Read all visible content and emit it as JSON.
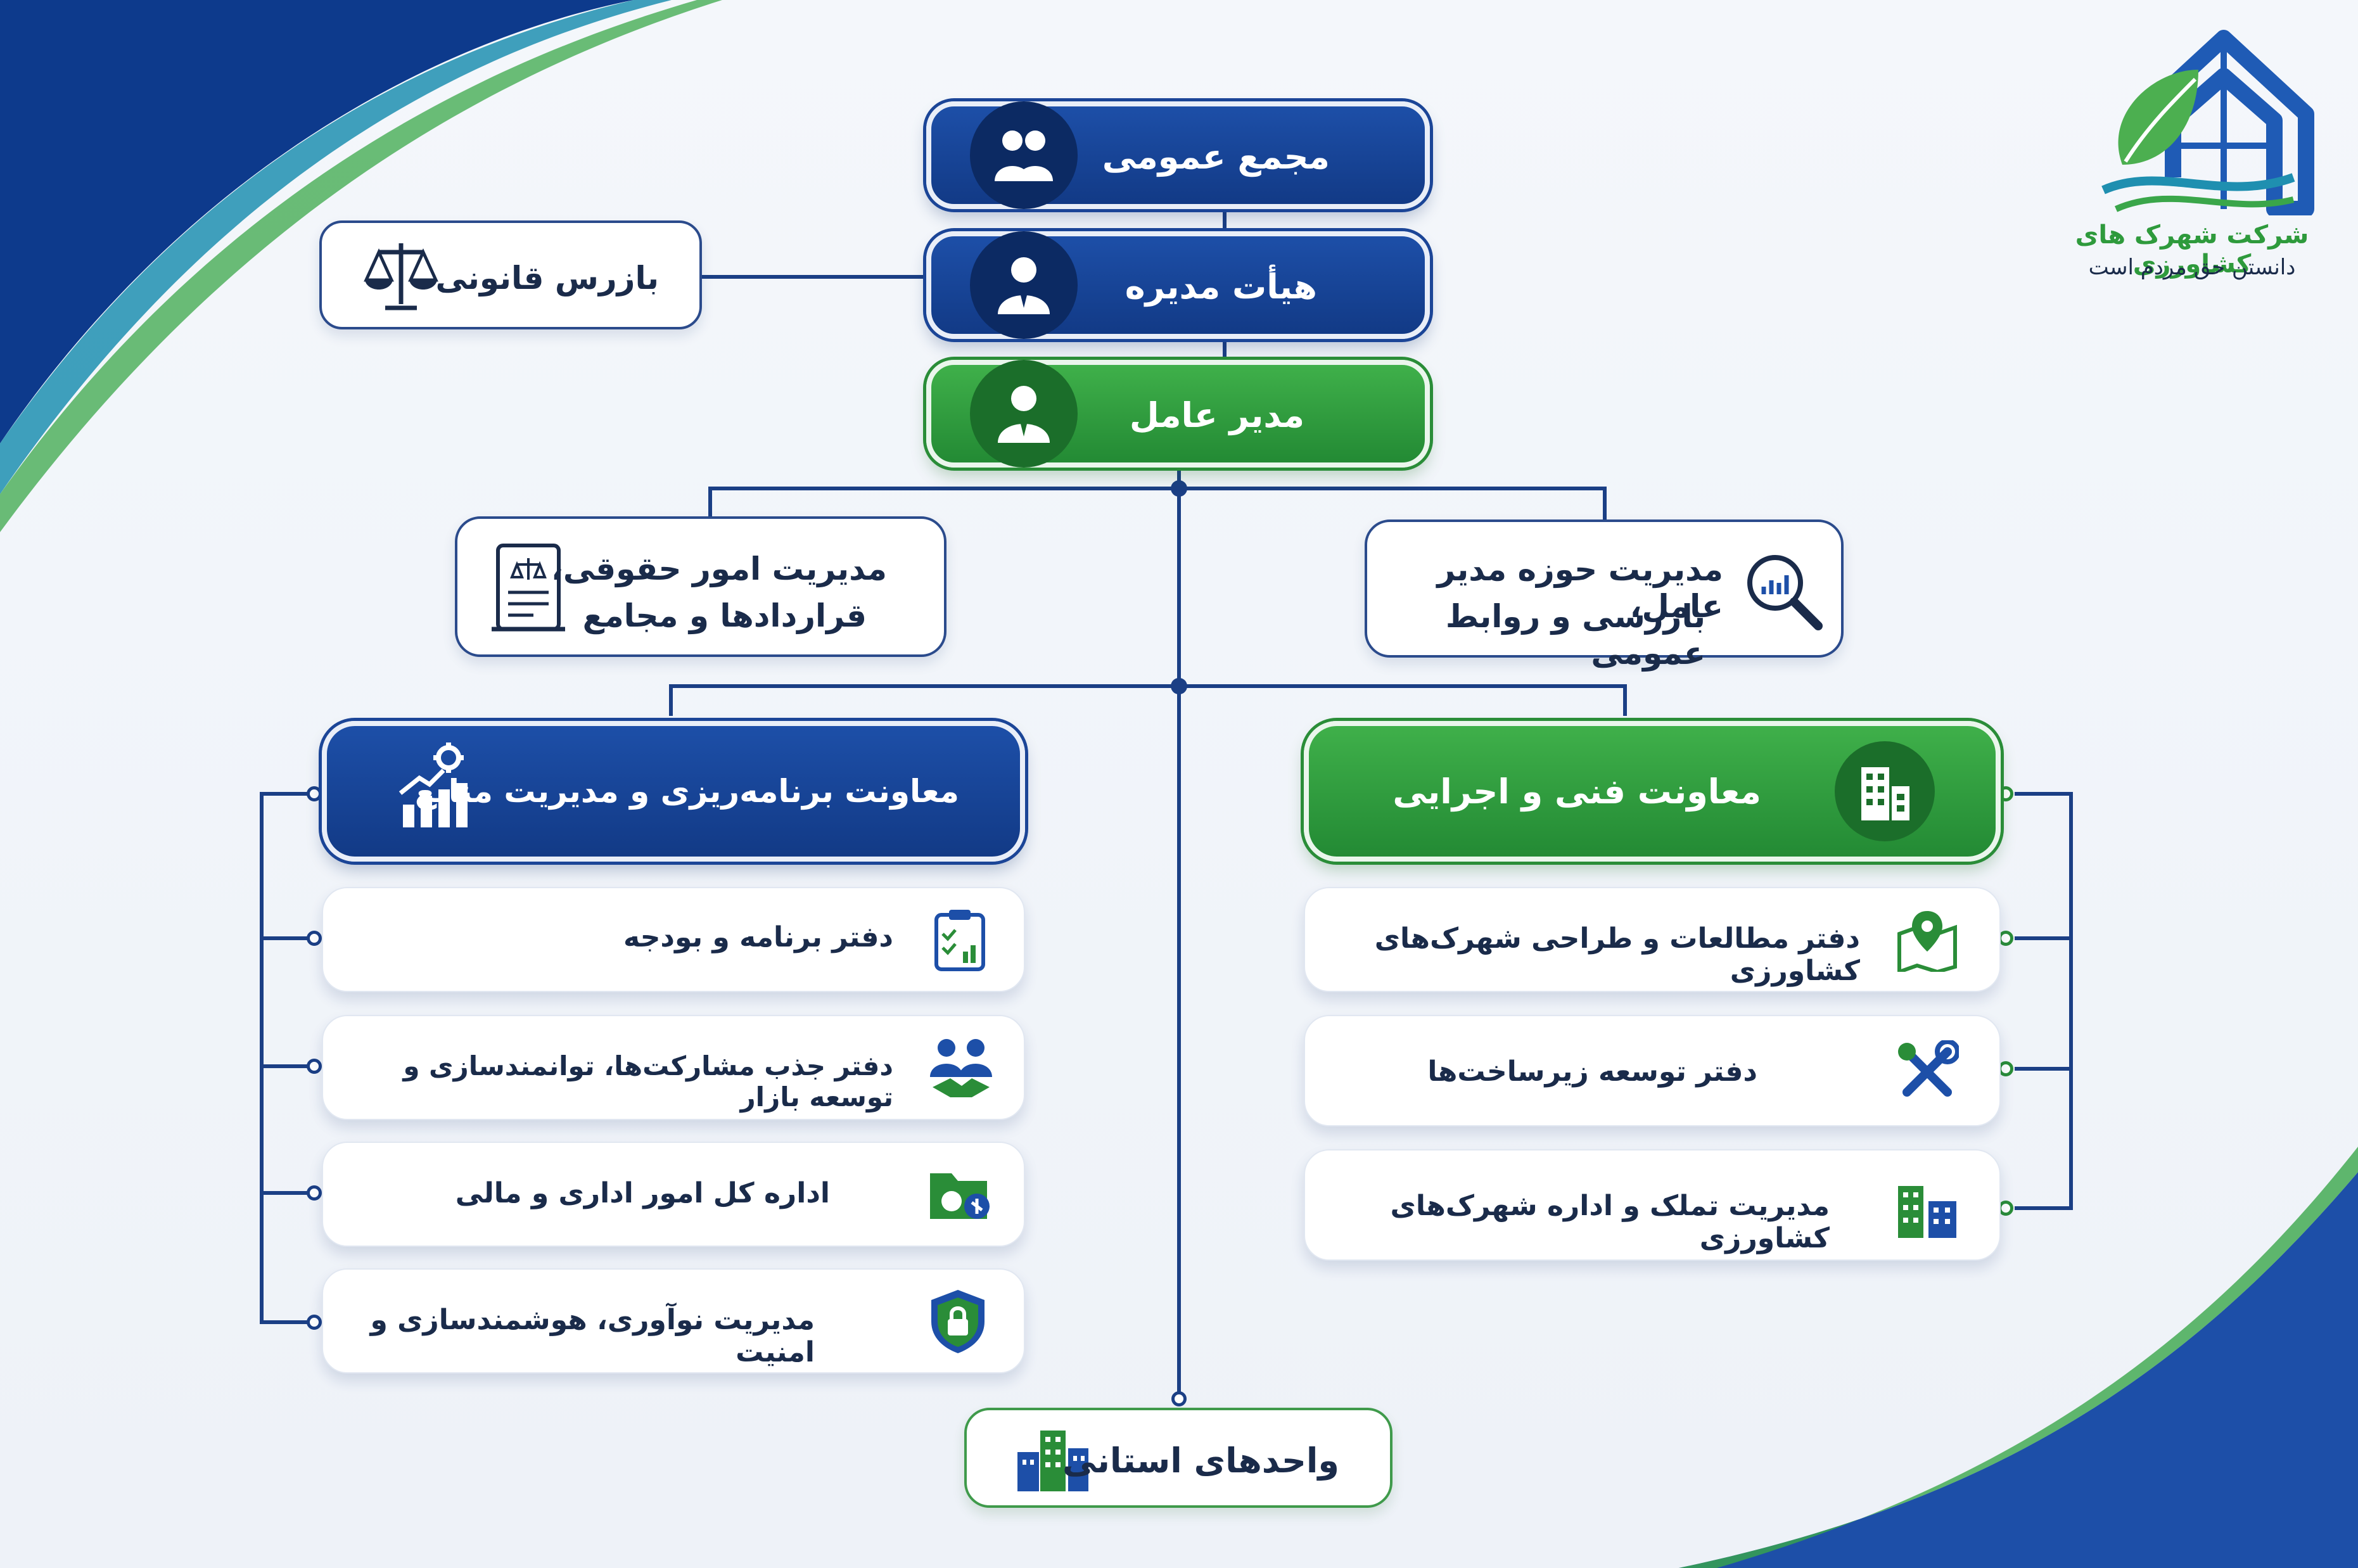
{
  "logo": {
    "company": "شرکت شهرک های کشاورزی",
    "slogan": "دانستن حق مردم است"
  },
  "top": {
    "assembly": "مجمع عمومی",
    "board": "هیأت مدیره",
    "ceo": "مدیر عامل",
    "inspector": "بازرس قانونی"
  },
  "staff": {
    "legal_line1": "مدیریت امور حقوقی،",
    "legal_line2": "قراردادها و مجامع",
    "ceo_office_line1": "مدیریت حوزه مدیر عامل،",
    "ceo_office_line2": "بازرسی و روابط عمومی"
  },
  "planning": {
    "title": "معاونت برنامه‌ریزی و مدیریت منابع",
    "items": [
      "دفتر برنامه و بودجه",
      "دفتر جذب مشارکت‌ها، توانمندسازی و توسعه بازار",
      "اداره کل امور اداری و مالی",
      "مدیریت نوآوری، هوشمندسازی و امنیت"
    ]
  },
  "technical": {
    "title": "معاونت فنی و اجرایی",
    "items": [
      "دفتر مطالعات و طراحی شهرک‌های کشاورزی",
      "دفتر توسعه  زیرساخت‌ها",
      "مدیریت تملک و اداره شهرک‌های کشاورزی"
    ]
  },
  "provincial": "واحدهای استانی",
  "colors": {
    "blue": "#123a86",
    "green": "#2a8d38",
    "line": "#1b3f85"
  }
}
